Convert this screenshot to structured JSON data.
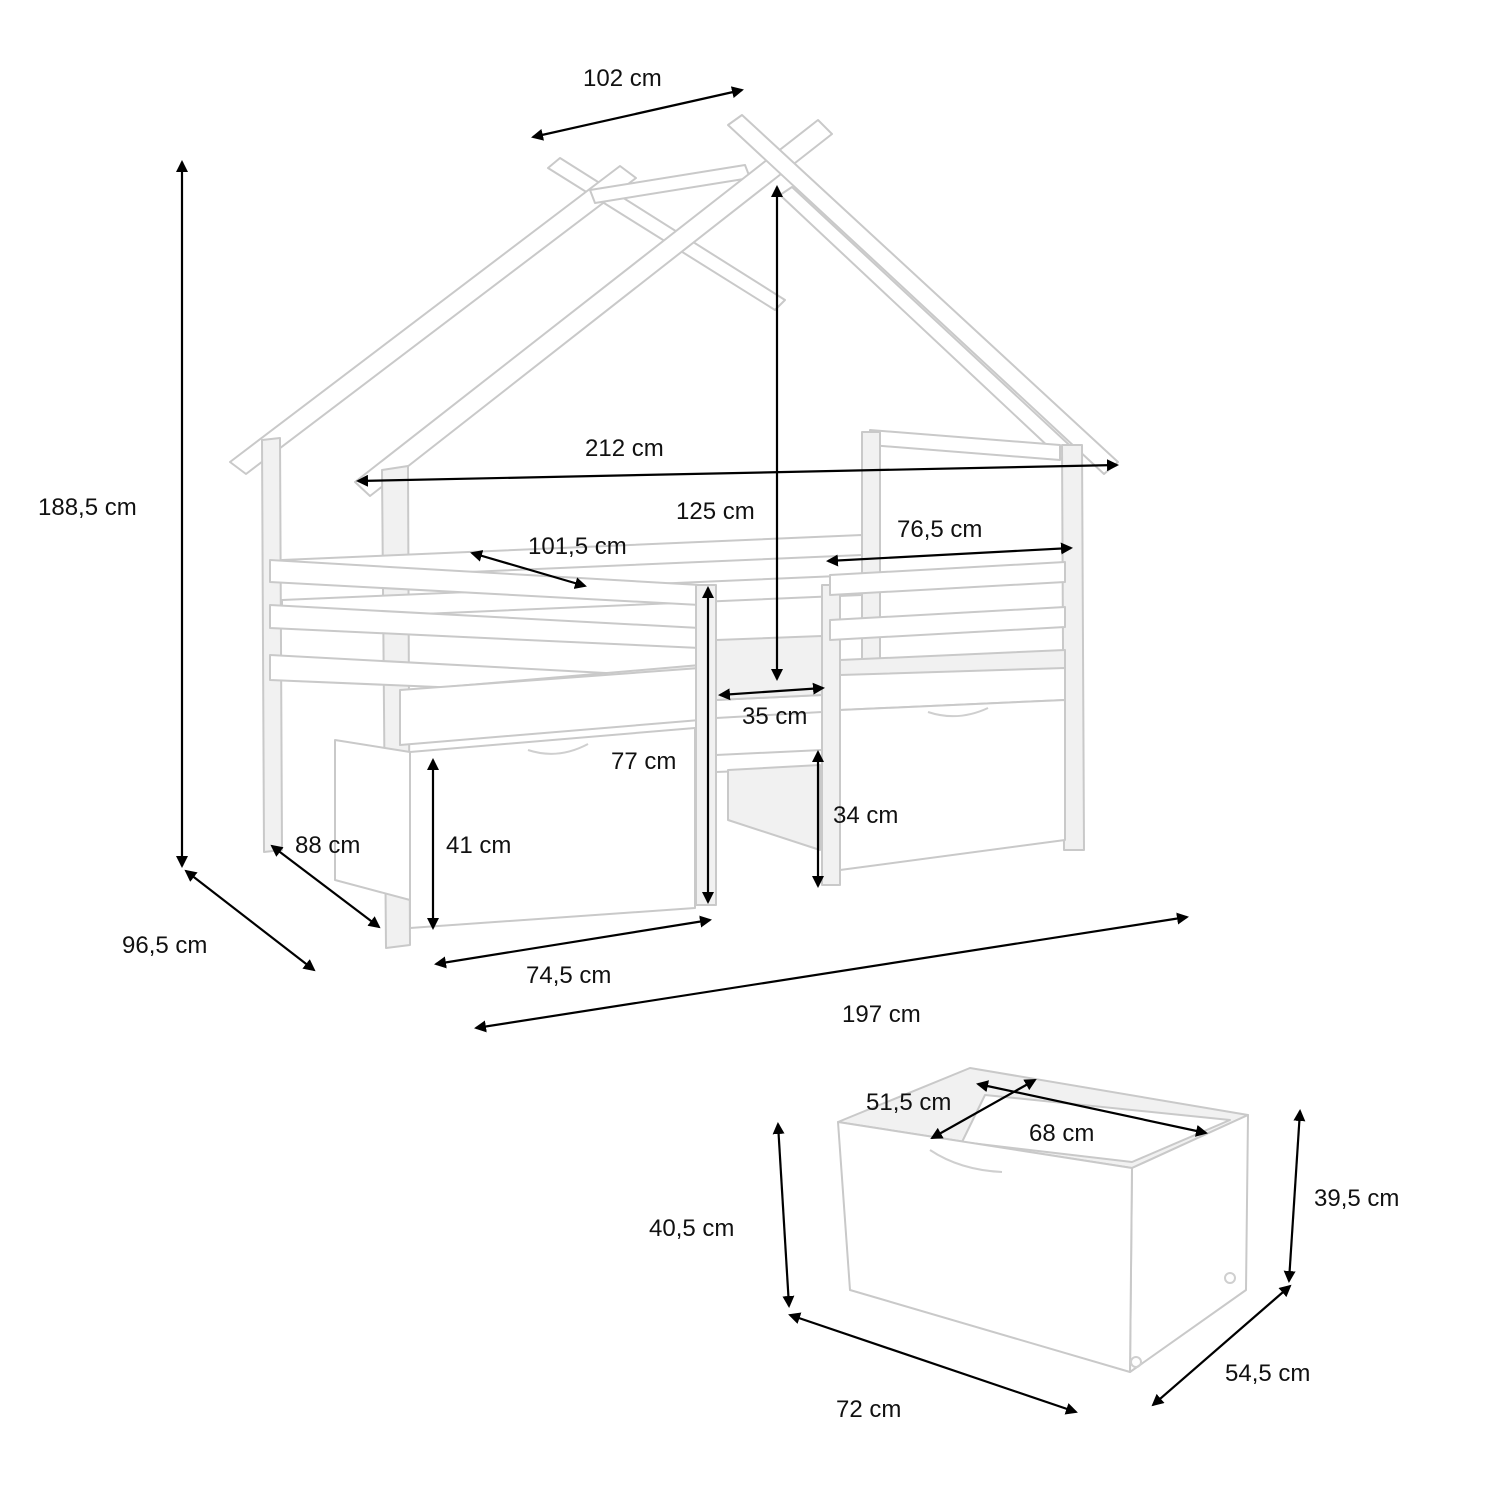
{
  "colors": {
    "line": "#000000",
    "wood": "#ffffff",
    "edge": "#c9c9c9",
    "background": "#ffffff"
  },
  "bed": {
    "roof_width": "102 cm",
    "total_height": "188,5 cm",
    "roof_span": "212 cm",
    "inner_height": "125 cm",
    "mattress_width": "101,5 cm",
    "right_section_length": "76,5 cm",
    "ladder_width": "35 cm",
    "mid_height": "77 cm",
    "side_depth": "88 cm",
    "drawer_height": "41 cm",
    "step_height": "34 cm",
    "total_depth": "96,5 cm",
    "left_section_length": "74,5 cm",
    "total_length": "197 cm"
  },
  "drawer": {
    "inner_depth": "51,5 cm",
    "inner_width": "68 cm",
    "front_height": "40,5 cm",
    "back_height": "39,5 cm",
    "length": "72 cm",
    "depth": "54,5 cm"
  }
}
